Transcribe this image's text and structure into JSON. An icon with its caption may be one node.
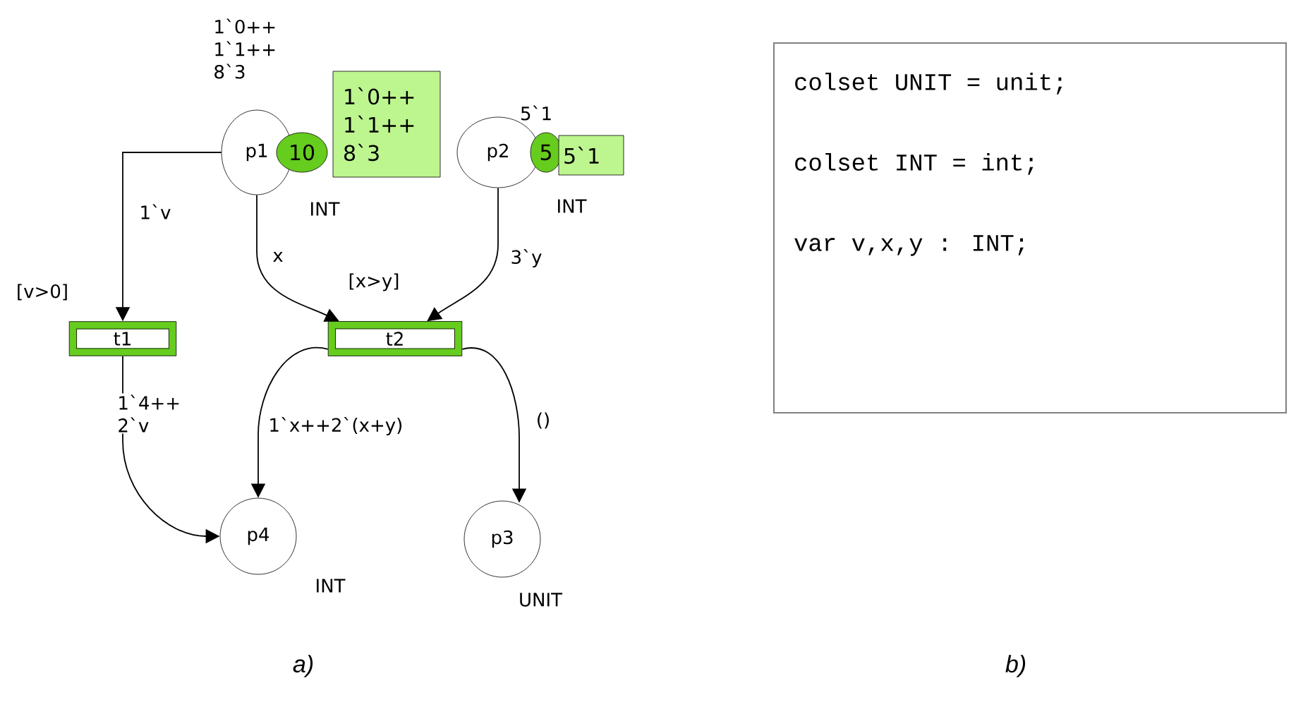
{
  "diagram": {
    "nodes": [
      {
        "text": [
          "p1"
        ],
        "beside": [
          "1`0++ 1`1++ 8`3",
          "INT"
        ]
      },
      {
        "text": [
          "10"
        ]
      },
      {
        "text": [
          "1`0++ 1`1++ 8`3"
        ]
      },
      {
        "text": [
          "p2"
        ],
        "beside": [
          "5`1",
          "INT"
        ]
      },
      {
        "text": [
          "5"
        ]
      },
      {
        "text": [
          "5`1"
        ]
      },
      {
        "text": [
          "t1"
        ],
        "beside": [
          "[v>0]"
        ]
      },
      {
        "text": [
          "t2"
        ],
        "beside": [
          "[x>y]"
        ]
      },
      {
        "text": [
          "p4"
        ],
        "beside": [
          "INT"
        ]
      },
      {
        "text": [
          "p3"
        ],
        "beside": [
          "UNIT"
        ]
      },
      {
        "text": [
          "colset UNIT = unit;",
          "colset INT = int;",
          "var v,x,y : INT;"
        ]
      }
    ],
    "edges": [
      {
        "from": 0,
        "to": 6,
        "arrow": "to",
        "label": "1`v"
      },
      {
        "from": 0,
        "to": 7,
        "arrow": "to",
        "label": "x"
      },
      {
        "from": 3,
        "to": 7,
        "arrow": "to",
        "label": "3`y"
      },
      {
        "from": 6,
        "to": 8,
        "arrow": "to",
        "label": "1`4++ 2`v"
      },
      {
        "from": 7,
        "to": 8,
        "arrow": "to",
        "label": "1`x++2`(x+y)"
      },
      {
        "from": 7,
        "to": 9,
        "arrow": "to",
        "label": "()"
      }
    ],
    "labels": [
      "a)",
      "b)"
    ]
  }
}
